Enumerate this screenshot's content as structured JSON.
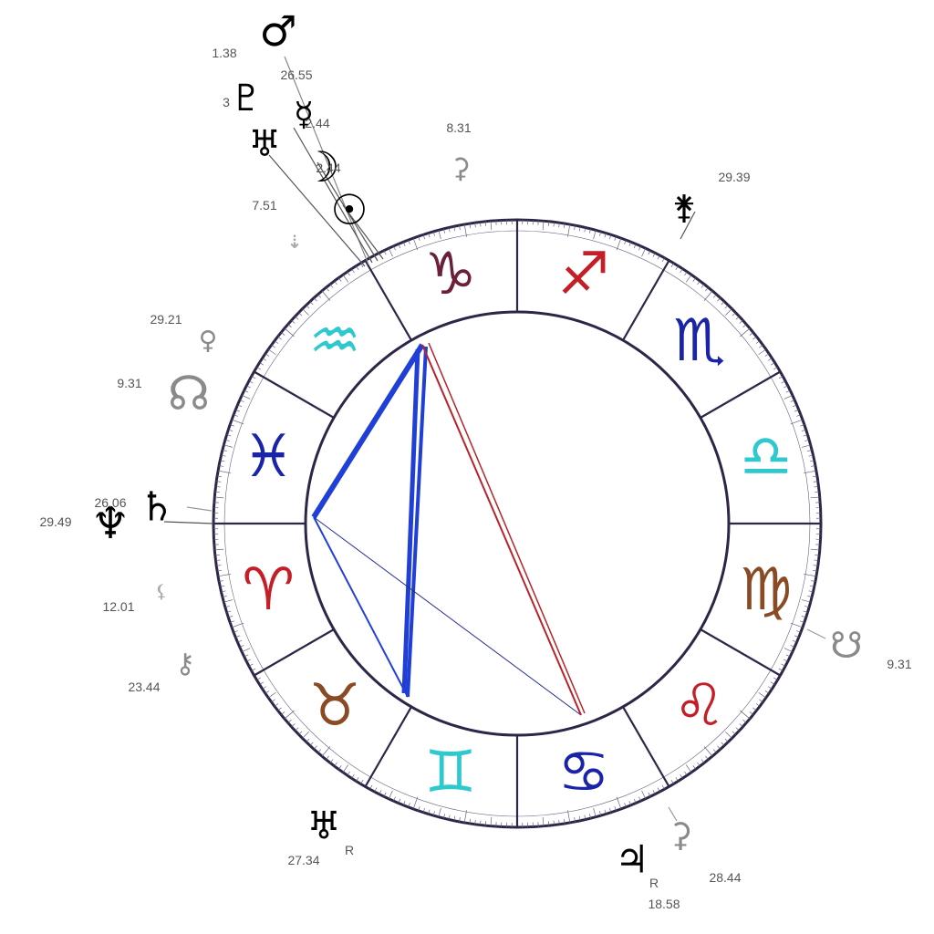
{
  "colors": {
    "ring": "#2f2547",
    "tick": "#6a6280",
    "aspect_blue": "#1f3fd6",
    "aspect_red": "#b8232a",
    "fire": "#c41e26",
    "earth": "#8a4a23",
    "air": "#2ec8cf",
    "water": "#1a24a8"
  },
  "chart_data": {
    "type": "astrological-chart-wheel",
    "signs": [
      {
        "name": "Aries",
        "symbol": "♈",
        "color": "#c41e26"
      },
      {
        "name": "Taurus",
        "symbol": "♉",
        "color": "#8a4a23"
      },
      {
        "name": "Gemini",
        "symbol": "♊",
        "color": "#2ec8cf"
      },
      {
        "name": "Cancer",
        "symbol": "♋",
        "color": "#1a24a8"
      },
      {
        "name": "Leo",
        "symbol": "♌",
        "color": "#c41e26"
      },
      {
        "name": "Virgo",
        "symbol": "♍",
        "color": "#8a4a23"
      },
      {
        "name": "Libra",
        "symbol": "♎",
        "color": "#2ec8cf"
      },
      {
        "name": "Scorpio",
        "symbol": "♏",
        "color": "#1a24a8"
      },
      {
        "name": "Sagittarius",
        "symbol": "♐",
        "color": "#c41e26"
      },
      {
        "name": "Capricorn",
        "symbol": "♑",
        "color": "#6b1f3a"
      },
      {
        "name": "Aquarius",
        "symbol": "♒",
        "color": "#2ec8cf"
      },
      {
        "name": "Pisces",
        "symbol": "♓",
        "color": "#1a24a8"
      }
    ],
    "bodies": [
      {
        "name": "Mars",
        "symbol": "♂",
        "label": "1.38",
        "color": "#000000"
      },
      {
        "name": "Mercury",
        "symbol": "☿",
        "label": "26.55",
        "color": "#000000"
      },
      {
        "name": "Pluto",
        "symbol": "♇",
        "label": "3",
        "color": "#000000"
      },
      {
        "name": "Uranus2",
        "symbol": "♅",
        "label": "",
        "color": "#000000"
      },
      {
        "name": "Moon",
        "symbol": "☽",
        "label": "",
        "color": "#000000"
      },
      {
        "name": "Sun",
        "symbol": "☉",
        "label": "",
        "color": "#000000"
      },
      {
        "name": "Vertex",
        "symbol": "⚳",
        "label": "8.31",
        "color": "#8a8a8a"
      },
      {
        "name": "Proserpina",
        "symbol": "⚵",
        "label": "29.39",
        "color": "#000000"
      },
      {
        "name": "Point",
        "symbol": "⇣",
        "label": "7.51",
        "color": "#aaaaaa"
      },
      {
        "name": "Venus-small",
        "symbol": "♀",
        "label": "29.21",
        "color": "#8a8a8a"
      },
      {
        "name": "NorthNode",
        "symbol": "☊",
        "label": "9.31",
        "color": "#8a8a8a"
      },
      {
        "name": "Neptune",
        "symbol": "♆",
        "label": "29.49",
        "color": "#000000"
      },
      {
        "name": "Saturn",
        "symbol": "♄",
        "label": "26.06",
        "color": "#000000"
      },
      {
        "name": "Lilith",
        "symbol": "⚸",
        "label": "12.01",
        "color": "#aaaaaa"
      },
      {
        "name": "Chiron",
        "symbol": "⚷",
        "label": "23.44",
        "color": "#8a8a8a"
      },
      {
        "name": "Uranus",
        "symbol": "♅",
        "label": "27.34",
        "color": "#000000"
      },
      {
        "name": "Jupiter",
        "symbol": "♃",
        "label": "18.58",
        "color": "#000000"
      },
      {
        "name": "Ceres",
        "symbol": "⚳",
        "label": "28.44",
        "color": "#8a8a8a"
      },
      {
        "name": "SouthNode",
        "symbol": "☋",
        "label": "9.31",
        "color": "#8a8a8a"
      }
    ],
    "extra_labels": [
      "2.44",
      "2.44",
      "R",
      "R"
    ]
  }
}
